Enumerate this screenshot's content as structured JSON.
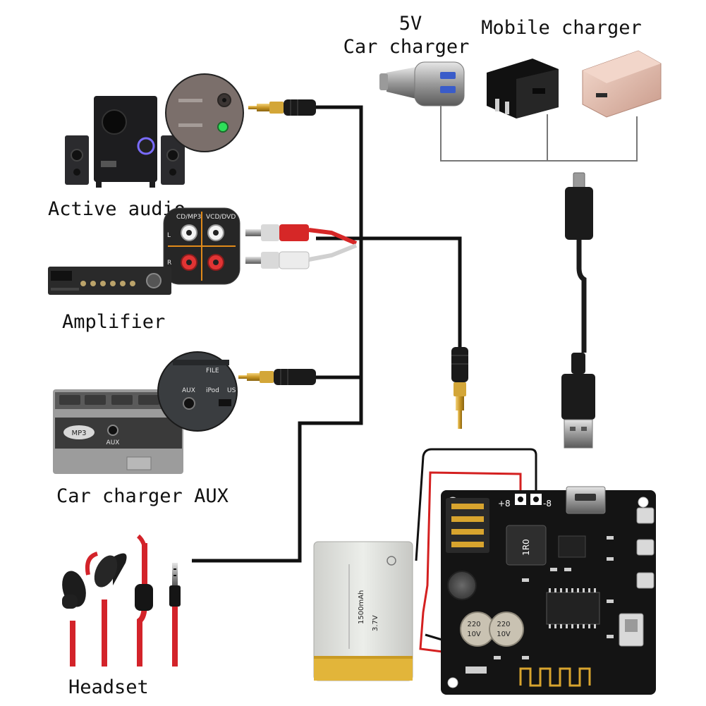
{
  "labels": {
    "five_v": "5V",
    "car_charger": "Car charger",
    "mobile_charger": "Mobile charger",
    "active_audio": "Active audio",
    "amplifier": "Amplifier",
    "car_charger_aux": "Car charger AUX",
    "headset": "Headset"
  },
  "panel_text": {
    "rca_l": "L",
    "rca_r": "R",
    "rca_top_left": "CD/MP3",
    "rca_top_right": "VCD/DVD",
    "aux_file": "FILE",
    "aux_aux": "AUX",
    "aux_ipod": "iPod",
    "aux_us": "US",
    "car_badge": "MP3",
    "car_aux": "AUX"
  },
  "board_text": {
    "plus_8": "+8",
    "minus_8": "-8",
    "inductor": "1R0",
    "cap_left_v": "10V",
    "cap_left_uf": "220",
    "cap_right_v": "10V",
    "cap_right_uf": "220"
  },
  "battery_text": {
    "voltage": "3.7V",
    "capacity": "1500mAh"
  },
  "colors": {
    "wire": "#111111",
    "red_wire": "#d42020",
    "pcb": "#141414",
    "battery": "#d8d9d6",
    "battery_tape": "#e2b53a",
    "headset_cable": "#d3232a",
    "gold_plug": "#d8a42e",
    "thin_line": "#777777"
  }
}
